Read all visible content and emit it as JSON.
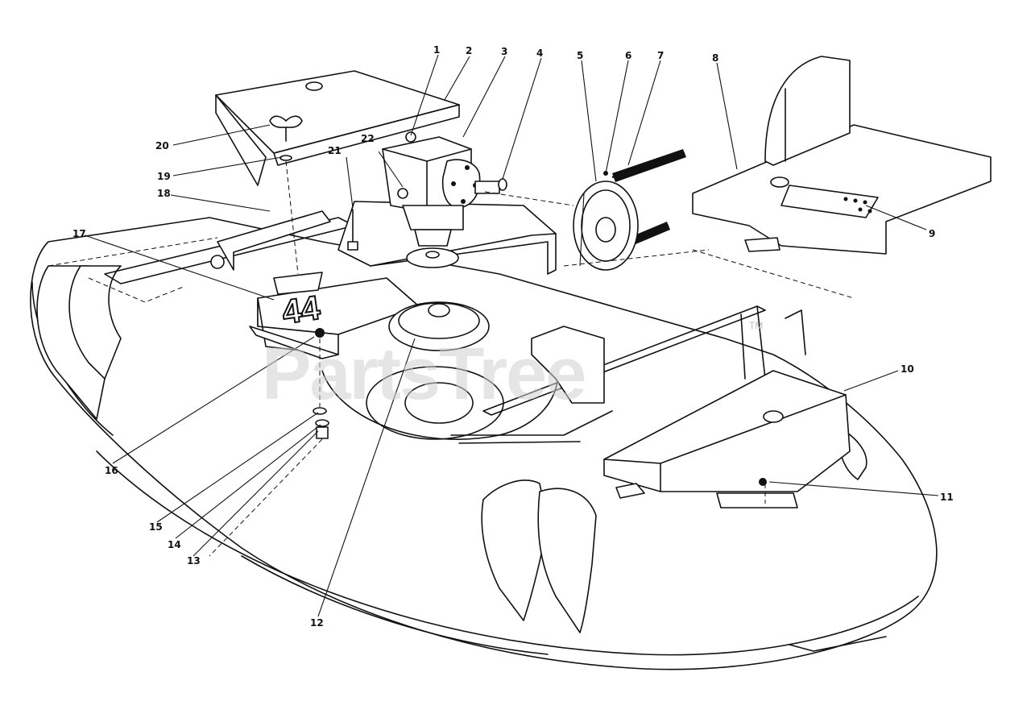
{
  "diagram": {
    "deck_marking": "44",
    "watermark": "PartsTree",
    "watermark_mark": "TM",
    "callouts": [
      {
        "id": "c1",
        "label": "1"
      },
      {
        "id": "c2",
        "label": "2"
      },
      {
        "id": "c3",
        "label": "3"
      },
      {
        "id": "c4",
        "label": "4"
      },
      {
        "id": "c5",
        "label": "5"
      },
      {
        "id": "c6",
        "label": "6"
      },
      {
        "id": "c7",
        "label": "7"
      },
      {
        "id": "c8",
        "label": "8"
      },
      {
        "id": "c9",
        "label": "9"
      },
      {
        "id": "c10",
        "label": "10"
      },
      {
        "id": "c11",
        "label": "11"
      },
      {
        "id": "c12",
        "label": "12"
      },
      {
        "id": "c13",
        "label": "13"
      },
      {
        "id": "c14",
        "label": "14"
      },
      {
        "id": "c15",
        "label": "15"
      },
      {
        "id": "c16",
        "label": "16"
      },
      {
        "id": "c17",
        "label": "17"
      },
      {
        "id": "c18",
        "label": "18"
      },
      {
        "id": "c19",
        "label": "19"
      },
      {
        "id": "c20",
        "label": "20"
      },
      {
        "id": "c21",
        "label": "21"
      },
      {
        "id": "c22",
        "label": "22"
      }
    ]
  }
}
